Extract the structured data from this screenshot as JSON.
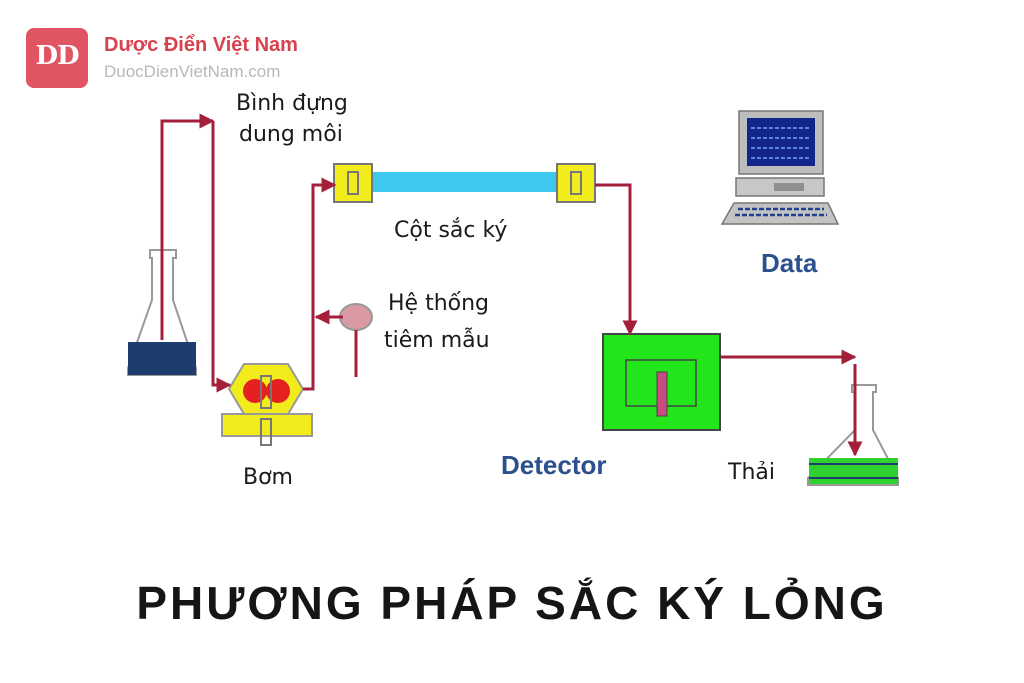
{
  "brand": {
    "logo_letters": "DD",
    "name": "Dược Điển Việt Nam",
    "url": "DuocDienVietNam.com",
    "color": "#e05561"
  },
  "labels": {
    "solvent_line1": "Bình đựng",
    "solvent_line2": "dung môi",
    "column": "Cột sắc ký",
    "injector_line1": "Hệ thống",
    "injector_line2": "tiêm mẫu",
    "pump": "Bơm",
    "detector": "Detector",
    "data": "Data",
    "waste": "Thải"
  },
  "title": "PHƯƠNG PHÁP SẮC KÝ LỎNG",
  "colors": {
    "flow_line": "#a4203a",
    "column": "#3fc8ef",
    "fitting": "#f2ec1c",
    "detector_box": "#22e51a",
    "solvent": "#1c3d6e",
    "waste_liquid": "#2fd12f",
    "label_blue": "#2c4f8e"
  }
}
